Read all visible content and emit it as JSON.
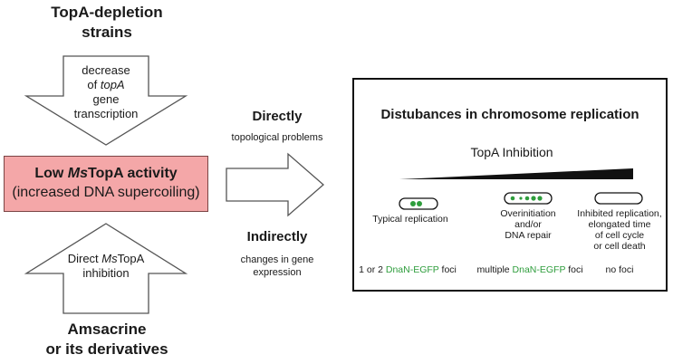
{
  "top_group": {
    "line1": "TopA-depletion",
    "line2": "strains"
  },
  "down_arrow": {
    "line1": "decrease",
    "line2_pre": "of ",
    "line2_italic": "topA",
    "line3": "gene",
    "line4": "transcription"
  },
  "center_box": {
    "line1_pre": "Low ",
    "line1_italic": "Ms",
    "line1_post": "TopA activity",
    "line2": "(increased DNA supercoiling)"
  },
  "up_arrow": {
    "line1_pre": "Direct ",
    "line1_italic": "Ms",
    "line1_post": "TopA",
    "line2": "inhibition"
  },
  "bottom_group": {
    "line1": "Amsacrine",
    "line2": "or its derivatives"
  },
  "middle": {
    "directly_title": "Directly",
    "directly_sub": "topological problems",
    "indirectly_title": "Indirectly",
    "indirectly_sub1": "changes in gene",
    "indirectly_sub2": "expression"
  },
  "panel": {
    "title": "Distubances in chromosome replication",
    "gradient_label": "TopA Inhibition",
    "cells": [
      {
        "lines": [
          "Typical replication"
        ],
        "foci_pre": "1 or 2 ",
        "foci_green": "DnaN-EGFP",
        "foci_post": " foci"
      },
      {
        "lines": [
          "Overinitiation",
          "and/or",
          "DNA repair"
        ],
        "foci_pre": "multiple ",
        "foci_green": "DnaN-EGFP",
        "foci_post": " foci"
      },
      {
        "lines": [
          "Inhibited replication,",
          "elongated time",
          "of cell cycle",
          "or cell death"
        ],
        "foci_pre": "no foci",
        "foci_green": "",
        "foci_post": ""
      }
    ]
  },
  "colors": {
    "pink": "#f4a7a8",
    "focus_green": "#2e9d3c",
    "wedge": "#111111"
  }
}
